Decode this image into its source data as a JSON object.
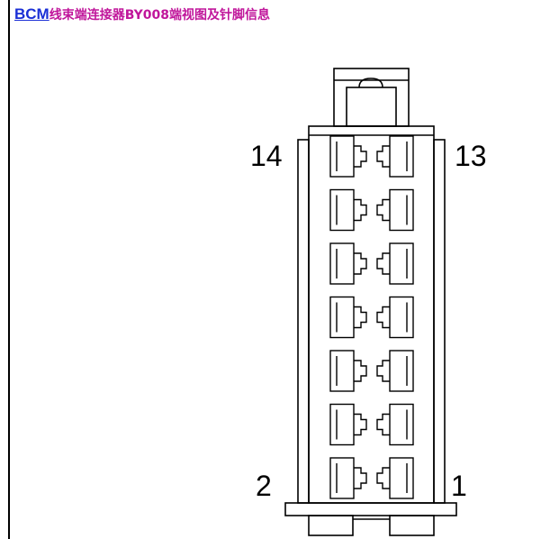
{
  "header": {
    "link_text": "BCM",
    "title_rest": "线束端连接器BY008端视图及针脚信息"
  },
  "connector": {
    "pin_labels": {
      "top_left": "14",
      "top_right": "13",
      "bottom_left": "2",
      "bottom_right": "1"
    }
  },
  "colors": {
    "link": "#1a2fd6",
    "title": "#c0169b",
    "lines": "#000000"
  }
}
